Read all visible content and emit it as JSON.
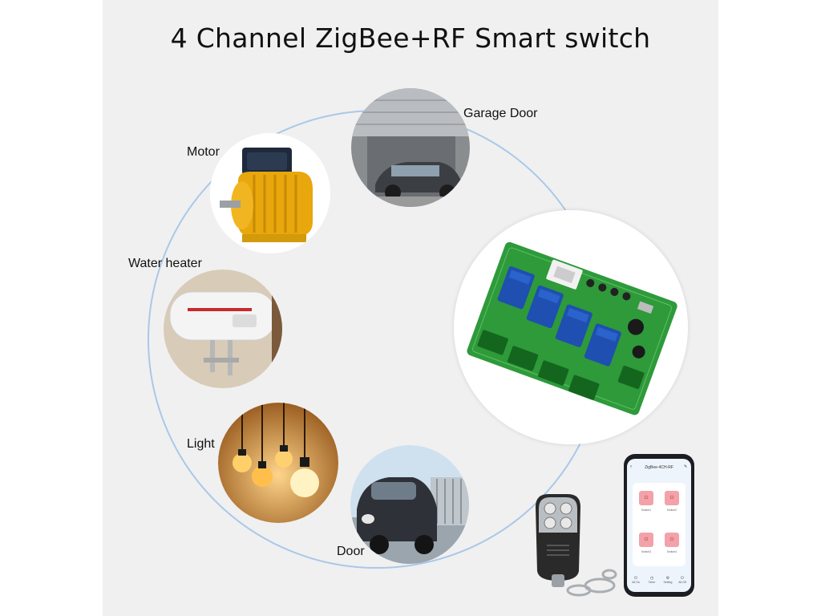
{
  "title": "4 Channel ZigBee+RF Smart switch",
  "labels": {
    "garage": "Garage Door",
    "motor": "Motor",
    "heater": "Water heater",
    "light": "Light",
    "door": "Door"
  },
  "phone": {
    "app_title": "ZigBee-4CH-RF",
    "switches": [
      "Switch1",
      "Switch2",
      "Switch3",
      "Switch4"
    ],
    "nav": [
      "All On",
      "Timer",
      "Setting",
      "All Off"
    ]
  },
  "colors": {
    "panel_bg": "#f0f0f0",
    "ring": "#aac8e8",
    "pcb": "#2e9a3a",
    "relay": "#1f4fb0",
    "switch_tile": "#f2a2a8"
  }
}
